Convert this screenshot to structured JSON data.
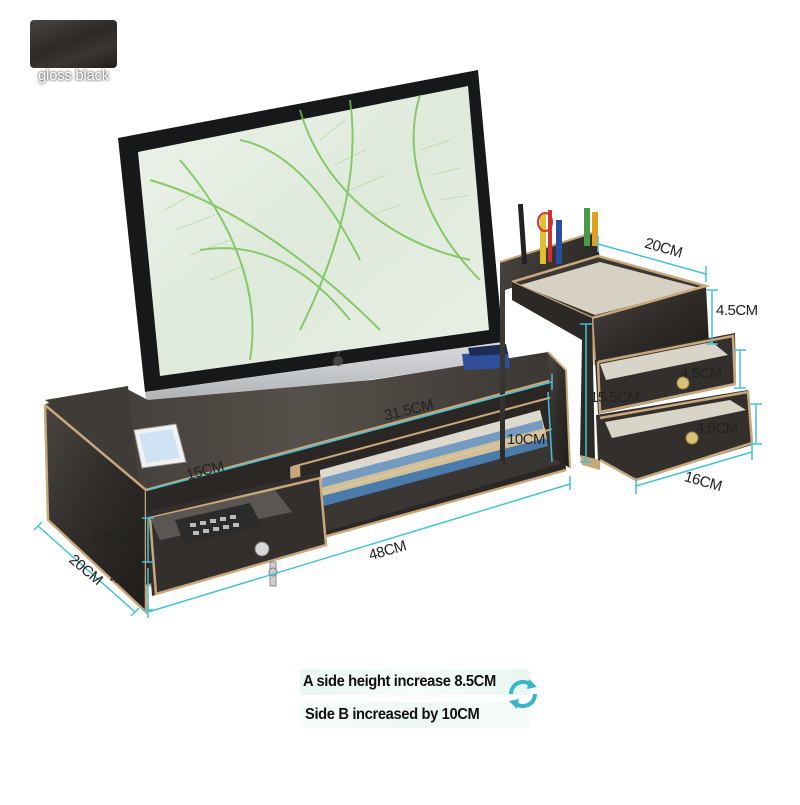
{
  "swatch": {
    "label": "gloss black",
    "color": "#2c2926"
  },
  "dimensions": {
    "side_depth": "20CM",
    "drawer_height": "4.5CM",
    "base_height": "4CM",
    "total_width": "48CM",
    "left_compartment": "15CM",
    "shelf_width": "31.5CM",
    "shelf_height": "10CM",
    "right_depth": "20CM",
    "right_top_height": "4.5CM",
    "right_height": "15.5CM",
    "right_drawer1_height": "4.5CM",
    "right_drawer2_height": "4.5CM",
    "right_width": "16CM"
  },
  "captions": {
    "line_a": "A side height increase 8.5CM",
    "line_b": "Side B increased by 10CM"
  },
  "colors": {
    "wood": "#2d2a27",
    "edge": "#c8a77a",
    "dimension_line": "#46c1d6",
    "screen_leaf": "#6fc04a"
  }
}
